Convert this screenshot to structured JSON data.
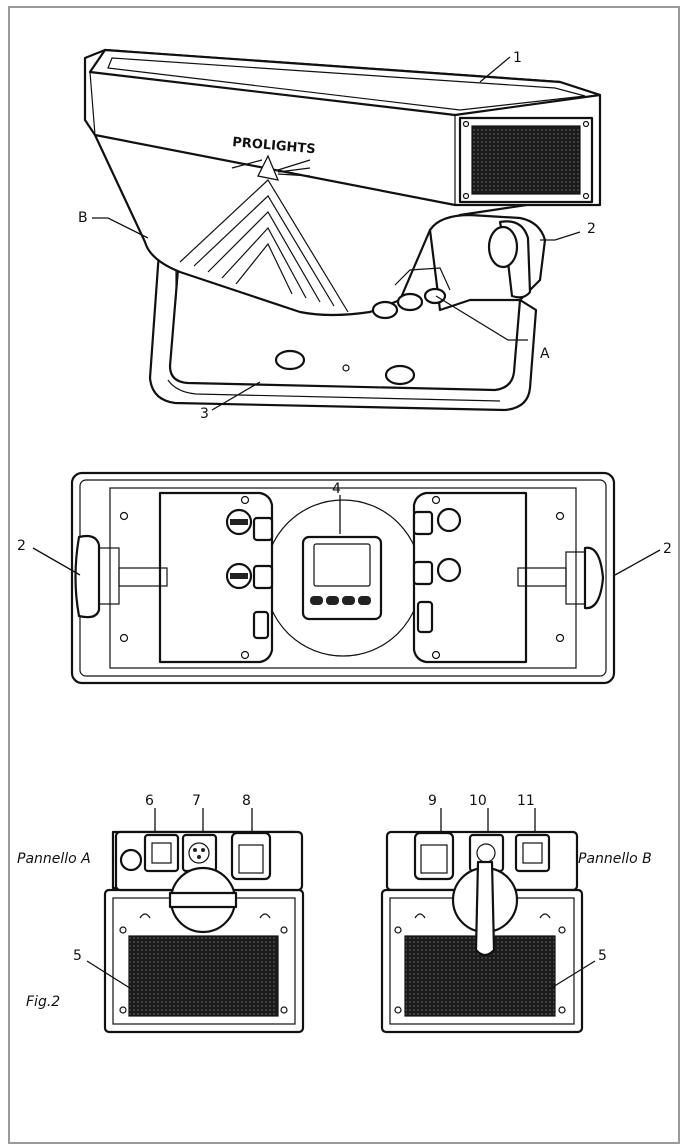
{
  "labels": {
    "n1": "1",
    "n2a": "2",
    "n2b": "2",
    "n2c": "2",
    "n3": "3",
    "n4": "4",
    "n5a": "5",
    "n5b": "5",
    "n6": "6",
    "n7": "7",
    "n8": "8",
    "n9": "9",
    "n10": "10",
    "n11": "11",
    "A": "A",
    "B": "B"
  },
  "panel_a": "Pannello A",
  "panel_b": "Pannello B",
  "figure_caption": "Fig.2",
  "brand_logo": "PROLIGHTS",
  "icons": {
    "brand": "prolights-logo-prism-icon",
    "display": "lcd-display-icon",
    "mesh": "vent-grille-icon"
  },
  "colors": {
    "line": "#111111",
    "frame": "#9a9a9a",
    "background": "#ffffff"
  }
}
